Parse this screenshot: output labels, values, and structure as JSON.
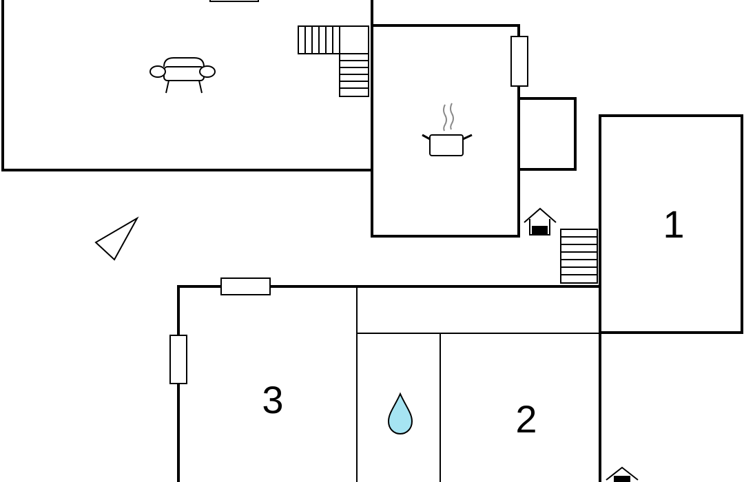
{
  "floorplan": {
    "rooms": [
      {
        "id": "bedroom-1",
        "label": "1"
      },
      {
        "id": "bedroom-2",
        "label": "2"
      },
      {
        "id": "bedroom-3",
        "label": "3"
      }
    ],
    "icons": {
      "living": "sofa-icon",
      "kitchen": "cooking-pot-icon",
      "bathroom": "water-drop-icon",
      "entrance": "house-entrance-icon",
      "terrace": "triangle-icon"
    },
    "colors": {
      "wall": "#000000",
      "water": "#a6e4f2",
      "steam": "#888888"
    }
  }
}
